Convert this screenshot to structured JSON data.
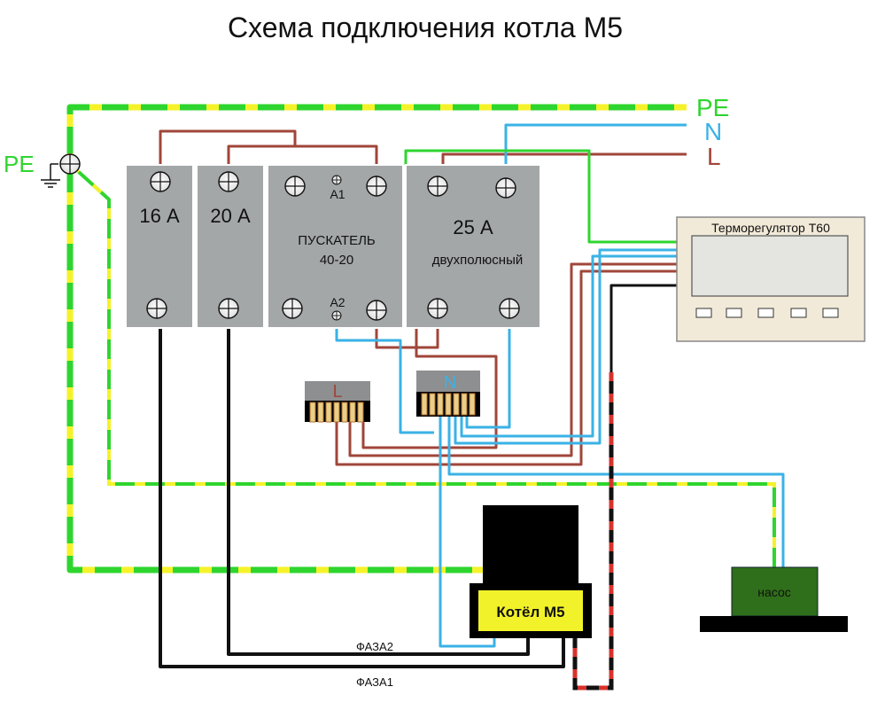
{
  "title": "Схема подключения котла М5",
  "supply": {
    "pe": "PE",
    "n": "N",
    "l": "L"
  },
  "ground_label": "PE",
  "breaker1": {
    "rating": "16 А"
  },
  "breaker2": {
    "rating": "20 А"
  },
  "contactor": {
    "name": "ПУСКАТЕЛЬ",
    "model": "40-20",
    "a1": "А1",
    "a2": "А2"
  },
  "breaker3": {
    "rating": "25 А",
    "type": "двухполюсный"
  },
  "thermostat": {
    "title": "Терморегулятор Т60"
  },
  "terminal_l": {
    "label": "L"
  },
  "terminal_n": {
    "label": "N"
  },
  "boiler": {
    "label": "Котёл М5"
  },
  "pump": {
    "label": "насос"
  },
  "wires": {
    "phase2": "ФАЗА2",
    "phase1": "ФАЗА1"
  },
  "colors": {
    "pe_green": "#2fd52f",
    "pe_yellow": "#f5f22a",
    "phase_brown": "#a0463a",
    "neutral_blue": "#3ab2e6",
    "phase_black": "#111111",
    "breaker_gray": "#a4a7a8",
    "boiler_yellow": "#f2f22a",
    "pump_green": "#2f6e1a"
  }
}
